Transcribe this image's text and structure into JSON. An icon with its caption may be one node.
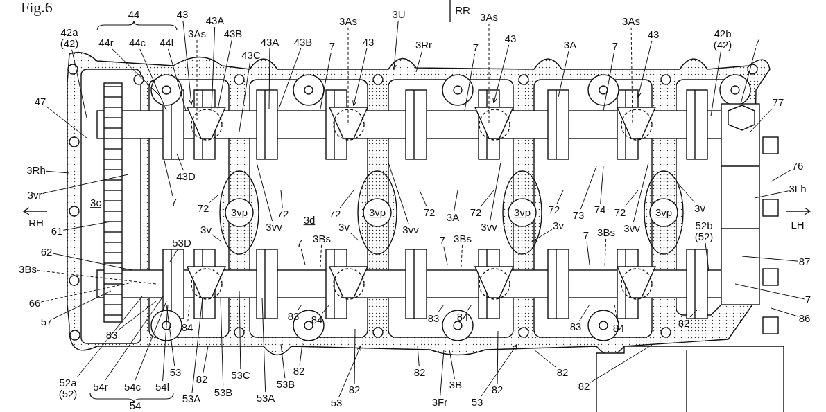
{
  "diagram": {
    "title": "Fig.6",
    "nodes": [
      {
        "text": [
          "42a (42)"
        ]
      },
      {
        "text": [
          "44r"
        ]
      },
      {
        "text": [
          "44c"
        ]
      },
      {
        "text": [
          "44l"
        ]
      },
      {
        "text": [
          "43"
        ]
      },
      {
        "text": [
          "3As"
        ]
      },
      {
        "text": [
          "43A"
        ]
      },
      {
        "text": [
          "43B"
        ]
      },
      {
        "text": [
          "43C"
        ]
      },
      {
        "text": [
          "43A"
        ]
      },
      {
        "text": [
          "43B"
        ]
      },
      {
        "text": [
          "7"
        ]
      },
      {
        "text": [
          "3As"
        ]
      },
      {
        "text": [
          "43"
        ]
      },
      {
        "text": [
          "3U"
        ]
      },
      {
        "text": [
          "3Rr"
        ]
      },
      {
        "text": [
          "7"
        ]
      },
      {
        "text": [
          "3As"
        ]
      },
      {
        "text": [
          "43"
        ]
      },
      {
        "text": [
          "3A"
        ]
      },
      {
        "text": [
          "7"
        ]
      },
      {
        "text": [
          "3As"
        ]
      },
      {
        "text": [
          "43"
        ]
      },
      {
        "text": [
          "42b (42)"
        ]
      },
      {
        "text": [
          "7"
        ]
      },
      {
        "text": [
          "77"
        ]
      },
      {
        "text": [
          "47"
        ]
      },
      {
        "text": [
          "3Rh"
        ]
      },
      {
        "text": [
          "3vr"
        ]
      },
      {
        "text": [
          "43D"
        ]
      },
      {
        "text": [
          "7"
        ]
      },
      {
        "text": [
          "72"
        ]
      },
      {
        "text": [
          "61"
        ]
      },
      {
        "text": [
          "53D"
        ]
      },
      {
        "text": [
          "3v"
        ]
      },
      {
        "text": [
          "3vv"
        ]
      },
      {
        "text": [
          "72"
        ]
      },
      {
        "text": [
          "7"
        ]
      },
      {
        "text": [
          "3Bs"
        ]
      },
      {
        "text": [
          "72"
        ]
      },
      {
        "text": [
          "3v"
        ]
      },
      {
        "text": [
          "3vv"
        ]
      },
      {
        "text": [
          "72"
        ]
      },
      {
        "text": [
          "3A"
        ]
      },
      {
        "text": [
          "72"
        ]
      },
      {
        "text": [
          "3vv"
        ]
      },
      {
        "text": [
          "7"
        ]
      },
      {
        "text": [
          "3Bs"
        ]
      },
      {
        "text": [
          "72"
        ]
      },
      {
        "text": [
          "3v"
        ]
      },
      {
        "text": [
          "73"
        ]
      },
      {
        "text": [
          "74"
        ]
      },
      {
        "text": [
          "72"
        ]
      },
      {
        "text": [
          "7"
        ]
      },
      {
        "text": [
          "3Bs"
        ]
      },
      {
        "text": [
          "3vv"
        ]
      },
      {
        "text": [
          "3v"
        ]
      },
      {
        "text": [
          "52b (52)"
        ]
      },
      {
        "text": [
          "76"
        ]
      },
      {
        "text": [
          "3Lh"
        ]
      },
      {
        "text": [
          "87"
        ]
      },
      {
        "text": [
          "62"
        ]
      },
      {
        "text": [
          "3Bs"
        ]
      },
      {
        "text": [
          "7"
        ]
      },
      {
        "text": [
          "66"
        ]
      },
      {
        "text": [
          "57"
        ]
      },
      {
        "text": [
          "86"
        ]
      },
      {
        "text": [
          "83"
        ]
      },
      {
        "text": [
          "84"
        ]
      },
      {
        "text": [
          "83"
        ]
      },
      {
        "text": [
          "84"
        ]
      },
      {
        "text": [
          "82"
        ]
      },
      {
        "text": [
          "84"
        ]
      },
      {
        "text": [
          "83"
        ]
      },
      {
        "text": [
          "84"
        ]
      },
      {
        "text": [
          "83"
        ]
      },
      {
        "text": [
          "53"
        ]
      },
      {
        "text": [
          "82"
        ]
      },
      {
        "text": [
          "82"
        ]
      },
      {
        "text": [
          "53C"
        ]
      },
      {
        "text": [
          "82"
        ]
      },
      {
        "text": [
          "82"
        ]
      },
      {
        "text": [
          "82"
        ]
      },
      {
        "text": [
          "52a (52)"
        ]
      },
      {
        "text": [
          "54r"
        ]
      },
      {
        "text": [
          "54c"
        ]
      },
      {
        "text": [
          "54l"
        ]
      },
      {
        "text": [
          "53A"
        ]
      },
      {
        "text": [
          "53B"
        ]
      },
      {
        "text": [
          "53A"
        ]
      },
      {
        "text": [
          "53B"
        ]
      },
      {
        "text": [
          "82"
        ]
      },
      {
        "text": [
          "53"
        ]
      },
      {
        "text": [
          "3B"
        ]
      },
      {
        "text": [
          "3Fr"
        ]
      },
      {
        "text": [
          "53"
        ]
      },
      {
        "text": [
          "82"
        ]
      }
    ],
    "edges": [
      {
        "from": 0,
        "to": null,
        "arrow": "none"
      },
      {
        "from": 1,
        "to": null,
        "arrow": "none"
      },
      {
        "from": 2,
        "to": null,
        "arrow": "none"
      },
      {
        "from": 3,
        "to": null,
        "arrow": "none"
      },
      {
        "from": 4,
        "to": null,
        "arrow": "to"
      },
      {
        "from": 5,
        "to": null,
        "arrow": "none",
        "style": "dashed"
      },
      {
        "from": 6,
        "to": null,
        "arrow": "none"
      },
      {
        "from": 7,
        "to": null,
        "arrow": "none"
      },
      {
        "from": 8,
        "to": null,
        "arrow": "none"
      },
      {
        "from": 9,
        "to": null,
        "arrow": "none"
      },
      {
        "from": 10,
        "to": null,
        "arrow": "none"
      },
      {
        "from": 11,
        "to": null,
        "arrow": "none"
      },
      {
        "from": 12,
        "to": null,
        "arrow": "none",
        "style": "dashed"
      },
      {
        "from": 13,
        "to": null,
        "arrow": "to"
      },
      {
        "from": 14,
        "to": null,
        "arrow": "to"
      },
      {
        "from": 15,
        "to": null,
        "arrow": "none"
      },
      {
        "from": 16,
        "to": null,
        "arrow": "none"
      },
      {
        "from": 17,
        "to": null,
        "arrow": "none",
        "style": "dashed"
      },
      {
        "from": 18,
        "to": null,
        "arrow": "to"
      },
      {
        "from": 19,
        "to": null,
        "arrow": "none"
      },
      {
        "from": 20,
        "to": null,
        "arrow": "none"
      },
      {
        "from": 21,
        "to": null,
        "arrow": "none",
        "style": "dashed"
      },
      {
        "from": 22,
        "to": null,
        "arrow": "to"
      },
      {
        "from": 23,
        "to": null,
        "arrow": "none"
      },
      {
        "from": 24,
        "to": null,
        "arrow": "none"
      },
      {
        "from": 25,
        "to": null,
        "arrow": "none"
      },
      {
        "from": 26,
        "to": null,
        "arrow": "none"
      },
      {
        "from": 27,
        "to": null,
        "arrow": "none"
      },
      {
        "from": 28,
        "to": null,
        "arrow": "none"
      },
      {
        "from": 29,
        "to": null,
        "arrow": "none"
      },
      {
        "from": 30,
        "to": null,
        "arrow": "none"
      },
      {
        "from": 31,
        "to": null,
        "arrow": "none"
      },
      {
        "from": 32,
        "to": null,
        "arrow": "none"
      },
      {
        "from": 33,
        "to": null,
        "arrow": "none"
      },
      {
        "from": 34,
        "to": null,
        "arrow": "none"
      },
      {
        "from": 35,
        "to": null,
        "arrow": "none"
      },
      {
        "from": 36,
        "to": null,
        "arrow": "none"
      },
      {
        "from": 37,
        "to": null,
        "arrow": "none"
      },
      {
        "from": 38,
        "to": null,
        "arrow": "none",
        "style": "dashed"
      },
      {
        "from": 39,
        "to": null,
        "arrow": "none"
      },
      {
        "from": 40,
        "to": null,
        "arrow": "none"
      },
      {
        "from": 41,
        "to": null,
        "arrow": "none"
      },
      {
        "from": 42,
        "to": null,
        "arrow": "none"
      },
      {
        "from": 43,
        "to": null,
        "arrow": "none"
      },
      {
        "from": 44,
        "to": null,
        "arrow": "none"
      },
      {
        "from": 45,
        "to": null,
        "arrow": "none"
      },
      {
        "from": 46,
        "to": null,
        "arrow": "none"
      },
      {
        "from": 47,
        "to": null,
        "arrow": "none",
        "style": "dashed"
      },
      {
        "from": 48,
        "to": null,
        "arrow": "none"
      },
      {
        "from": 49,
        "to": null,
        "arrow": "none"
      },
      {
        "from": 50,
        "to": null,
        "arrow": "none"
      },
      {
        "from": 51,
        "to": null,
        "arrow": "none"
      },
      {
        "from": 52,
        "to": null,
        "arrow": "none"
      },
      {
        "from": 53,
        "to": null,
        "arrow": "none"
      },
      {
        "from": 54,
        "to": null,
        "arrow": "none",
        "style": "dashed"
      },
      {
        "from": 55,
        "to": null,
        "arrow": "none"
      },
      {
        "from": 56,
        "to": null,
        "arrow": "none"
      },
      {
        "from": 57,
        "to": null,
        "arrow": "none"
      },
      {
        "from": 58,
        "to": null,
        "arrow": "none"
      },
      {
        "from": 59,
        "to": null,
        "arrow": "none"
      },
      {
        "from": 60,
        "to": null,
        "arrow": "none"
      },
      {
        "from": 61,
        "to": null,
        "arrow": "none"
      },
      {
        "from": 62,
        "to": null,
        "arrow": "none",
        "style": "dashed"
      },
      {
        "from": 63,
        "to": null,
        "arrow": "none"
      },
      {
        "from": 64,
        "to": null,
        "arrow": "none",
        "style": "dashed"
      },
      {
        "from": 65,
        "to": null,
        "arrow": "none"
      },
      {
        "from": 66,
        "to": null,
        "arrow": "none"
      },
      {
        "from": 67,
        "to": null,
        "arrow": "none"
      },
      {
        "from": 68,
        "to": null,
        "arrow": "none"
      },
      {
        "from": 69,
        "to": null,
        "arrow": "none"
      },
      {
        "from": 70,
        "to": null,
        "arrow": "none"
      },
      {
        "from": 71,
        "to": null,
        "arrow": "none"
      },
      {
        "from": 72,
        "to": null,
        "arrow": "none",
        "style": "dashed"
      },
      {
        "from": 73,
        "to": null,
        "arrow": "none"
      },
      {
        "from": 74,
        "to": null,
        "arrow": "none",
        "style": "dashed"
      },
      {
        "from": 75,
        "to": null,
        "arrow": "none"
      },
      {
        "from": 76,
        "to": null,
        "arrow": "none"
      },
      {
        "from": 77,
        "to": null,
        "arrow": "none"
      },
      {
        "from": 78,
        "to": null,
        "arrow": "none"
      },
      {
        "from": 79,
        "to": null,
        "arrow": "none"
      },
      {
        "from": 80,
        "to": null,
        "arrow": "none"
      },
      {
        "from": 81,
        "to": null,
        "arrow": "none"
      },
      {
        "from": 82,
        "to": null,
        "arrow": "none"
      },
      {
        "from": 83,
        "to": null,
        "arrow": "none"
      },
      {
        "from": 84,
        "to": null,
        "arrow": "none"
      },
      {
        "from": 85,
        "to": null,
        "arrow": "none"
      },
      {
        "from": 86,
        "to": null,
        "arrow": "none"
      },
      {
        "from": 87,
        "to": null,
        "arrow": "none"
      },
      {
        "from": 88,
        "to": null,
        "arrow": "none"
      },
      {
        "from": 89,
        "to": null,
        "arrow": "none"
      },
      {
        "from": 90,
        "to": null,
        "arrow": "none"
      },
      {
        "from": 91,
        "to": null,
        "arrow": "none"
      },
      {
        "from": 92,
        "to": null,
        "arrow": "to"
      },
      {
        "from": 93,
        "to": null,
        "arrow": "none"
      },
      {
        "from": 94,
        "to": null,
        "arrow": "none"
      },
      {
        "from": 95,
        "to": null,
        "arrow": "to"
      },
      {
        "from": 96,
        "to": null,
        "arrow": "none"
      }
    ],
    "labels": [
      "RR",
      "44",
      "3c",
      "RH",
      "3vp",
      "3d",
      "3vp",
      "3vp",
      "3vp",
      "LH",
      "54"
    ]
  }
}
